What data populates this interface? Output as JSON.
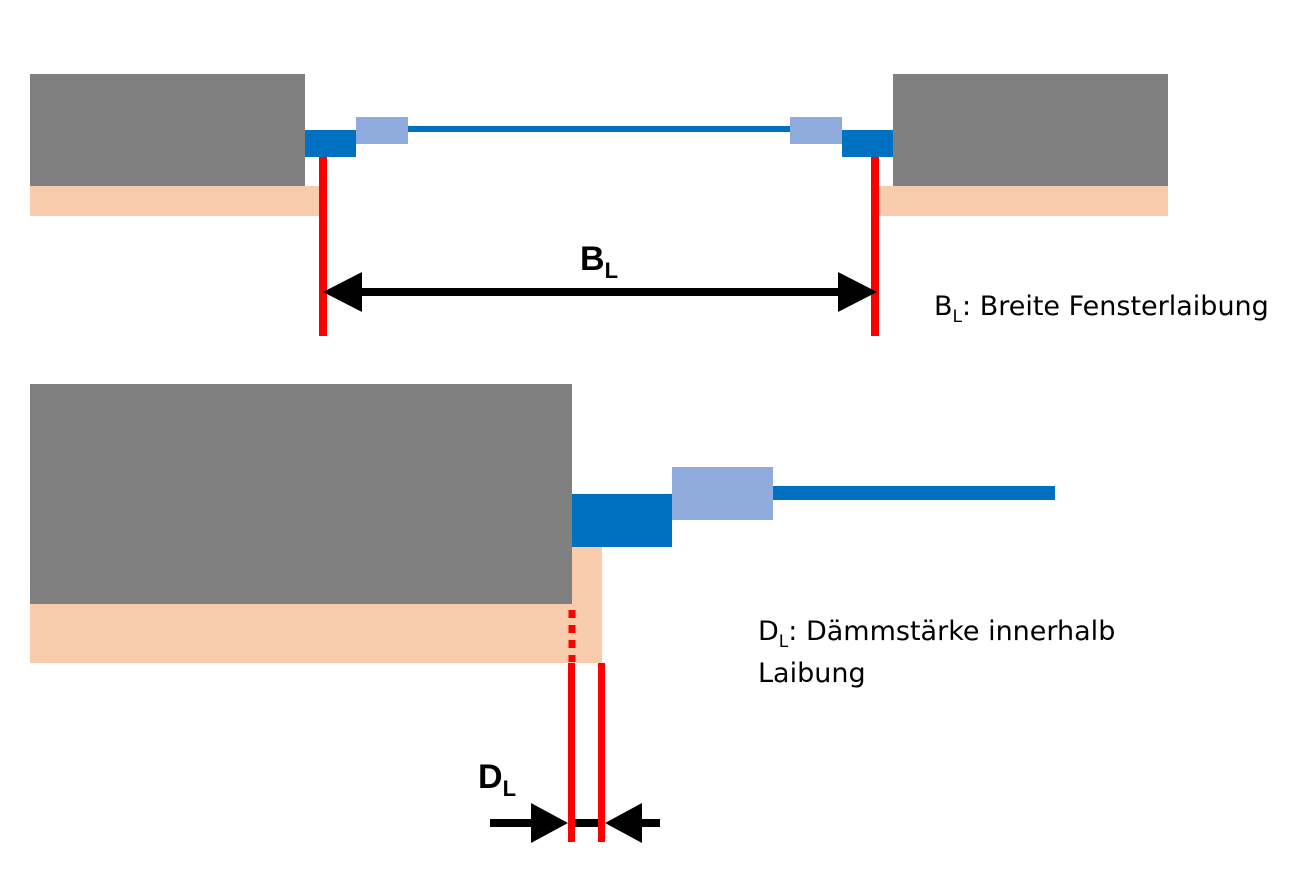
{
  "colors": {
    "wall": "#808080",
    "insulation": "#F8CBAD",
    "frame": "#0070C0",
    "sash": "#8FAADC",
    "marker": "#FF0000",
    "arrow": "#000000"
  },
  "top_diagram": {
    "dimension_label": {
      "main": "B",
      "sub": "L"
    },
    "legend": {
      "symbol": "B",
      "subscript": "L",
      "text": ": Breite Fensterlaibung"
    }
  },
  "bottom_diagram": {
    "dimension_label": {
      "main": "D",
      "sub": "L"
    },
    "legend": {
      "symbol": "D",
      "subscript": "L",
      "line1": ": Dämmstärke innerhalb",
      "line2": "Laibung"
    }
  }
}
